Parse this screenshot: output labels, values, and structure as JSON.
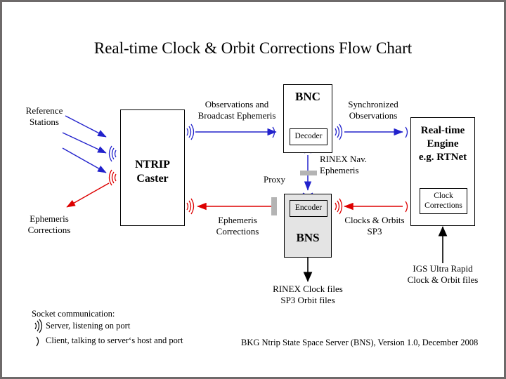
{
  "page": {
    "title": "Real-time Clock & Orbit Corrections Flow Chart",
    "border_color": "#6e6a6a",
    "background": "#ffffff"
  },
  "colors": {
    "blue": "#2222cc",
    "red": "#dd0000",
    "black": "#000000",
    "proxy_gray": "#b4b4b4",
    "shaded_fill": "#e4e4e4"
  },
  "nodes": {
    "ntrip_caster": {
      "label": "NTRIP\nCaster",
      "fill": "white"
    },
    "bnc": {
      "label": "BNC",
      "fill": "white",
      "sub_box": {
        "label": "Decoder",
        "fill": "white"
      }
    },
    "bns": {
      "label": "BNS",
      "fill": "shaded",
      "sub_box": {
        "label": "Encoder",
        "fill": "shaded"
      }
    },
    "rt_engine": {
      "label": "Real-time\nEngine\ne.g. RTNet",
      "fill": "white",
      "sub_box": {
        "label": "Clock\nCorrections",
        "fill": "white"
      }
    }
  },
  "labels": {
    "reference_stations": "Reference\nStations",
    "ephemeris_corrections_left": "Ephemeris\nCorrections",
    "observations_broadcast": "Observations and\nBroadcast Ephemeris",
    "synchronized_observations": "Synchronized\nObservations",
    "rinex_nav_ephemeris": "RINEX Nav.\nEphemeris",
    "proxy": "Proxy",
    "ephemeris_corrections_mid": "Ephemeris\nCorrections",
    "clocks_orbits_sp3": "Clocks & Orbits\nSP3",
    "rinex_clock_files": "RINEX Clock files\nSP3 Orbit files",
    "igs_ultra_rapid": "IGS Ultra Rapid\nClock & Orbit files"
  },
  "legend": {
    "heading": "Socket communication:",
    "server_label": "Server, listening on port",
    "client_label": "Client, talking to server‘s host and port",
    "server_icon": "signal-server-icon",
    "client_icon": "client-bracket-icon"
  },
  "footer": {
    "text": "BKG Ntrip State Space Server (BNS), Version 1.0, December 2008"
  },
  "flows": [
    {
      "name": "reference-stations-to-caster-1",
      "color": "#2222cc",
      "kind": "arrow"
    },
    {
      "name": "reference-stations-to-caster-2",
      "color": "#2222cc",
      "kind": "arrow"
    },
    {
      "name": "reference-stations-to-caster-3",
      "color": "#2222cc",
      "kind": "arrow"
    },
    {
      "name": "caster-to-ephemeris-corrections",
      "color": "#dd0000",
      "kind": "arrow"
    },
    {
      "name": "caster-to-bnc-observations",
      "color": "#2222cc",
      "kind": "arrow"
    },
    {
      "name": "bnc-to-rt-engine-sync-obs",
      "color": "#2222cc",
      "kind": "arrow"
    },
    {
      "name": "bnc-to-bns-rinex-nav",
      "color": "#2222cc",
      "kind": "arrow"
    },
    {
      "name": "bns-to-caster-ephemeris-corr",
      "color": "#dd0000",
      "kind": "arrow"
    },
    {
      "name": "rt-engine-to-bns-clocks-orbits",
      "color": "#dd0000",
      "kind": "arrow"
    },
    {
      "name": "bns-to-rinex-clock-files",
      "color": "#000000",
      "kind": "arrow"
    },
    {
      "name": "igs-to-clock-corrections",
      "color": "#000000",
      "kind": "arrow"
    }
  ]
}
